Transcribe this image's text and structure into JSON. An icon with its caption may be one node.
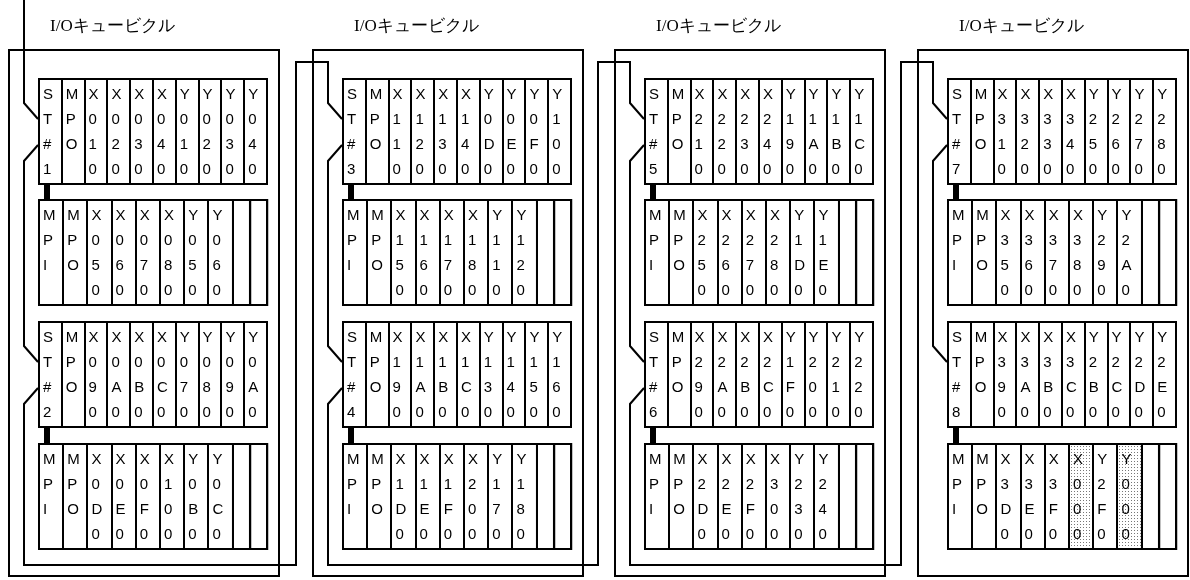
{
  "diagram": {
    "nodes": [
      {
        "text": [
          "I/Oキュービクル"
        ]
      },
      {
        "text": [],
        "shape": "box",
        "in": 0
      },
      {
        "text": [
          "ST#1"
        ],
        "in": 1
      },
      {
        "text": [
          "MPO"
        ],
        "in": 1
      },
      {
        "text": [
          "X010"
        ],
        "in": 1
      },
      {
        "text": [
          "X020"
        ],
        "in": 1
      },
      {
        "text": [
          "X030"
        ],
        "in": 1
      },
      {
        "text": [
          "X040"
        ],
        "in": 1
      },
      {
        "text": [
          "Y010"
        ],
        "in": 1
      },
      {
        "text": [
          "Y020"
        ],
        "in": 1
      },
      {
        "text": [
          "Y030"
        ],
        "in": 1
      },
      {
        "text": [
          "Y040"
        ],
        "in": 1
      },
      {
        "text": [],
        "shape": "box",
        "in": 0
      },
      {
        "text": [
          "MPI"
        ],
        "in": 12
      },
      {
        "text": [
          "MPO"
        ],
        "in": 12
      },
      {
        "text": [
          "X050"
        ],
        "in": 12
      },
      {
        "text": [
          "X060"
        ],
        "in": 12
      },
      {
        "text": [
          "X070"
        ],
        "in": 12
      },
      {
        "text": [
          "X080"
        ],
        "in": 12
      },
      {
        "text": [
          "Y050"
        ],
        "in": 12
      },
      {
        "text": [
          "Y060"
        ],
        "in": 12
      },
      {
        "text": [],
        "shape": "box",
        "in": 12
      },
      {
        "text": [],
        "shape": "box",
        "in": 12
      },
      {
        "text": [],
        "shape": "box",
        "in": 0
      },
      {
        "text": [
          "ST#2"
        ],
        "in": 23
      },
      {
        "text": [
          "MPO"
        ],
        "in": 23
      },
      {
        "text": [
          "X090"
        ],
        "in": 23
      },
      {
        "text": [
          "X0A0"
        ],
        "in": 23
      },
      {
        "text": [
          "X0B0"
        ],
        "in": 23
      },
      {
        "text": [
          "X0C0"
        ],
        "in": 23
      },
      {
        "text": [
          "Y070"
        ],
        "in": 23
      },
      {
        "text": [
          "Y080"
        ],
        "in": 23
      },
      {
        "text": [
          "Y090"
        ],
        "in": 23
      },
      {
        "text": [
          "Y0A0"
        ],
        "in": 23
      },
      {
        "text": [],
        "shape": "box",
        "in": 0
      },
      {
        "text": [
          "MPI"
        ],
        "in": 34
      },
      {
        "text": [
          "MPO"
        ],
        "in": 34
      },
      {
        "text": [
          "X0D0"
        ],
        "in": 34
      },
      {
        "text": [
          "X0E0"
        ],
        "in": 34
      },
      {
        "text": [
          "X0F0"
        ],
        "in": 34
      },
      {
        "text": [
          "X100"
        ],
        "in": 34
      },
      {
        "text": [
          "Y0B0"
        ],
        "in": 34
      },
      {
        "text": [
          "Y0C0"
        ],
        "in": 34
      },
      {
        "text": [],
        "shape": "box",
        "in": 34
      },
      {
        "text": [],
        "shape": "box",
        "in": 34
      },
      {
        "text": [
          "I/Oキュービクル"
        ]
      },
      {
        "text": [],
        "shape": "box",
        "in": 45
      },
      {
        "text": [
          "ST#3"
        ],
        "in": 46
      },
      {
        "text": [
          "MPO"
        ],
        "in": 46
      },
      {
        "text": [
          "X110"
        ],
        "in": 46
      },
      {
        "text": [
          "X120"
        ],
        "in": 46
      },
      {
        "text": [
          "X130"
        ],
        "in": 46
      },
      {
        "text": [
          "X140"
        ],
        "in": 46
      },
      {
        "text": [
          "Y0D0"
        ],
        "in": 46
      },
      {
        "text": [
          "Y0E0"
        ],
        "in": 46
      },
      {
        "text": [
          "Y0F0"
        ],
        "in": 46
      },
      {
        "text": [
          "Y100"
        ],
        "in": 46
      },
      {
        "text": [],
        "shape": "box",
        "in": 45
      },
      {
        "text": [
          "MPI"
        ],
        "in": 57
      },
      {
        "text": [
          "MPO"
        ],
        "in": 57
      },
      {
        "text": [
          "X150"
        ],
        "in": 57
      },
      {
        "text": [
          "X160"
        ],
        "in": 57
      },
      {
        "text": [
          "X170"
        ],
        "in": 57
      },
      {
        "text": [
          "X180"
        ],
        "in": 57
      },
      {
        "text": [
          "Y110"
        ],
        "in": 57
      },
      {
        "text": [
          "Y120"
        ],
        "in": 57
      },
      {
        "text": [],
        "shape": "box",
        "in": 57
      },
      {
        "text": [],
        "shape": "box",
        "in": 57
      },
      {
        "text": [],
        "shape": "box",
        "in": 45
      },
      {
        "text": [
          "ST#4"
        ],
        "in": 68
      },
      {
        "text": [
          "MPO"
        ],
        "in": 68
      },
      {
        "text": [
          "X190"
        ],
        "in": 68
      },
      {
        "text": [
          "X1A0"
        ],
        "in": 68
      },
      {
        "text": [
          "X1B0"
        ],
        "in": 68
      },
      {
        "text": [
          "X1C0"
        ],
        "in": 68
      },
      {
        "text": [
          "Y130"
        ],
        "in": 68
      },
      {
        "text": [
          "Y140"
        ],
        "in": 68
      },
      {
        "text": [
          "Y150"
        ],
        "in": 68
      },
      {
        "text": [
          "Y160"
        ],
        "in": 68
      },
      {
        "text": [],
        "shape": "box",
        "in": 45
      },
      {
        "text": [
          "MPI"
        ],
        "in": 79
      },
      {
        "text": [
          "MPO"
        ],
        "in": 79
      },
      {
        "text": [
          "X1D0"
        ],
        "in": 79
      },
      {
        "text": [
          "X1E0"
        ],
        "in": 79
      },
      {
        "text": [
          "X1F0"
        ],
        "in": 79
      },
      {
        "text": [
          "X200"
        ],
        "in": 79
      },
      {
        "text": [
          "Y170"
        ],
        "in": 79
      },
      {
        "text": [
          "Y180"
        ],
        "in": 79
      },
      {
        "text": [],
        "shape": "box",
        "in": 79
      },
      {
        "text": [],
        "shape": "box",
        "in": 79
      },
      {
        "text": [
          "I/Oキュービクル"
        ]
      },
      {
        "text": [],
        "shape": "box",
        "in": 90
      },
      {
        "text": [
          "ST#5"
        ],
        "in": 91
      },
      {
        "text": [
          "MPO"
        ],
        "in": 91
      },
      {
        "text": [
          "X210"
        ],
        "in": 91
      },
      {
        "text": [
          "X220"
        ],
        "in": 91
      },
      {
        "text": [
          "X230"
        ],
        "in": 91
      },
      {
        "text": [
          "X240"
        ],
        "in": 91
      },
      {
        "text": [
          "Y190"
        ],
        "in": 91
      },
      {
        "text": [
          "Y1A0"
        ],
        "in": 91
      },
      {
        "text": [
          "Y1B0"
        ],
        "in": 91
      },
      {
        "text": [
          "Y1C0"
        ],
        "in": 91
      },
      {
        "text": [],
        "shape": "box",
        "in": 90
      },
      {
        "text": [
          "MPI"
        ],
        "in": 102
      },
      {
        "text": [
          "MPO"
        ],
        "in": 102
      },
      {
        "text": [
          "X250"
        ],
        "in": 102
      },
      {
        "text": [
          "X260"
        ],
        "in": 102
      },
      {
        "text": [
          "X270"
        ],
        "in": 102
      },
      {
        "text": [
          "X280"
        ],
        "in": 102
      },
      {
        "text": [
          "Y1D0"
        ],
        "in": 102
      },
      {
        "text": [
          "Y1E0"
        ],
        "in": 102
      },
      {
        "text": [],
        "shape": "box",
        "in": 102
      },
      {
        "text": [],
        "shape": "box",
        "in": 102
      },
      {
        "text": [],
        "shape": "box",
        "in": 90
      },
      {
        "text": [
          "ST#6"
        ],
        "in": 113
      },
      {
        "text": [
          "MPO"
        ],
        "in": 113
      },
      {
        "text": [
          "X290"
        ],
        "in": 113
      },
      {
        "text": [
          "X2A0"
        ],
        "in": 113
      },
      {
        "text": [
          "X2B0"
        ],
        "in": 113
      },
      {
        "text": [
          "X2C0"
        ],
        "in": 113
      },
      {
        "text": [
          "Y1F0"
        ],
        "in": 113
      },
      {
        "text": [
          "Y200"
        ],
        "in": 113
      },
      {
        "text": [
          "Y210"
        ],
        "in": 113
      },
      {
        "text": [
          "Y220"
        ],
        "in": 113
      },
      {
        "text": [],
        "shape": "box",
        "in": 90
      },
      {
        "text": [
          "MPI"
        ],
        "in": 124
      },
      {
        "text": [
          "MPO"
        ],
        "in": 124
      },
      {
        "text": [
          "X2D0"
        ],
        "in": 124
      },
      {
        "text": [
          "X2E0"
        ],
        "in": 124
      },
      {
        "text": [
          "X2F0"
        ],
        "in": 124
      },
      {
        "text": [
          "X300"
        ],
        "in": 124
      },
      {
        "text": [
          "Y230"
        ],
        "in": 124
      },
      {
        "text": [
          "Y240"
        ],
        "in": 124
      },
      {
        "text": [],
        "shape": "box",
        "in": 124
      },
      {
        "text": [],
        "shape": "box",
        "in": 124
      },
      {
        "text": [
          "I/Oキュービクル"
        ]
      },
      {
        "text": [],
        "shape": "box",
        "in": 135
      },
      {
        "text": [
          "ST#7"
        ],
        "in": 136
      },
      {
        "text": [
          "MPO"
        ],
        "in": 136
      },
      {
        "text": [
          "X310"
        ],
        "in": 136
      },
      {
        "text": [
          "X320"
        ],
        "in": 136
      },
      {
        "text": [
          "X330"
        ],
        "in": 136
      },
      {
        "text": [
          "X340"
        ],
        "in": 136
      },
      {
        "text": [
          "Y250"
        ],
        "in": 136
      },
      {
        "text": [
          "Y260"
        ],
        "in": 136
      },
      {
        "text": [
          "Y270"
        ],
        "in": 136
      },
      {
        "text": [
          "Y280"
        ],
        "in": 136
      },
      {
        "text": [],
        "shape": "box",
        "in": 135
      },
      {
        "text": [
          "MPI"
        ],
        "in": 147
      },
      {
        "text": [
          "MPO"
        ],
        "in": 147
      },
      {
        "text": [
          "X350"
        ],
        "in": 147
      },
      {
        "text": [
          "X360"
        ],
        "in": 147
      },
      {
        "text": [
          "X370"
        ],
        "in": 147
      },
      {
        "text": [
          "X380"
        ],
        "in": 147
      },
      {
        "text": [
          "Y290"
        ],
        "in": 147
      },
      {
        "text": [
          "Y2A0"
        ],
        "in": 147
      },
      {
        "text": [],
        "shape": "box",
        "in": 147
      },
      {
        "text": [],
        "shape": "box",
        "in": 147
      },
      {
        "text": [],
        "shape": "box",
        "in": 135
      },
      {
        "text": [
          "ST#8"
        ],
        "in": 158
      },
      {
        "text": [
          "MPO"
        ],
        "in": 158
      },
      {
        "text": [
          "X390"
        ],
        "in": 158
      },
      {
        "text": [
          "X3A0"
        ],
        "in": 158
      },
      {
        "text": [
          "X3B0"
        ],
        "in": 158
      },
      {
        "text": [
          "X3C0"
        ],
        "in": 158
      },
      {
        "text": [
          "Y2B0"
        ],
        "in": 158
      },
      {
        "text": [
          "Y2C0"
        ],
        "in": 158
      },
      {
        "text": [
          "Y2D0"
        ],
        "in": 158
      },
      {
        "text": [
          "Y2E0"
        ],
        "in": 158
      },
      {
        "text": [],
        "shape": "box",
        "in": 135
      },
      {
        "text": [
          "MPI"
        ],
        "in": 169
      },
      {
        "text": [
          "MPO"
        ],
        "in": 169
      },
      {
        "text": [
          "X3D0"
        ],
        "in": 169
      },
      {
        "text": [
          "X3E0"
        ],
        "in": 169
      },
      {
        "text": [
          "X3F0"
        ],
        "in": 169
      },
      {
        "text": [
          "X000"
        ],
        "in": 169
      },
      {
        "text": [
          "Y2F0"
        ],
        "in": 169
      },
      {
        "text": [
          "Y000"
        ],
        "in": 169
      },
      {
        "text": [],
        "shape": "box",
        "in": 169
      },
      {
        "text": [],
        "shape": "box",
        "in": 169
      }
    ],
    "edges": [
      {
        "from": null,
        "to": 2,
        "arrow": "none"
      },
      {
        "from": 2,
        "to": 24,
        "arrow": "none"
      },
      {
        "from": 24,
        "to": 47,
        "arrow": "none"
      },
      {
        "from": 47,
        "to": 69,
        "arrow": "none"
      },
      {
        "from": 69,
        "to": 92,
        "arrow": "none"
      },
      {
        "from": 92,
        "to": 114,
        "arrow": "none"
      },
      {
        "from": 114,
        "to": 137,
        "arrow": "none"
      },
      {
        "from": 137,
        "to": 159,
        "arrow": "none"
      },
      {
        "from": 2,
        "to": 13,
        "arrow": "none",
        "style": "thick"
      },
      {
        "from": 24,
        "to": 35,
        "arrow": "none",
        "style": "thick"
      },
      {
        "from": 47,
        "to": 58,
        "arrow": "none",
        "style": "thick"
      },
      {
        "from": 69,
        "to": 80,
        "arrow": "none",
        "style": "thick"
      },
      {
        "from": 92,
        "to": 103,
        "arrow": "none",
        "style": "thick"
      },
      {
        "from": 114,
        "to": 125,
        "arrow": "none",
        "style": "thick"
      },
      {
        "from": 137,
        "to": 148,
        "arrow": "none",
        "style": "thick"
      },
      {
        "from": 159,
        "to": 170,
        "arrow": "none",
        "style": "thick"
      }
    ]
  }
}
